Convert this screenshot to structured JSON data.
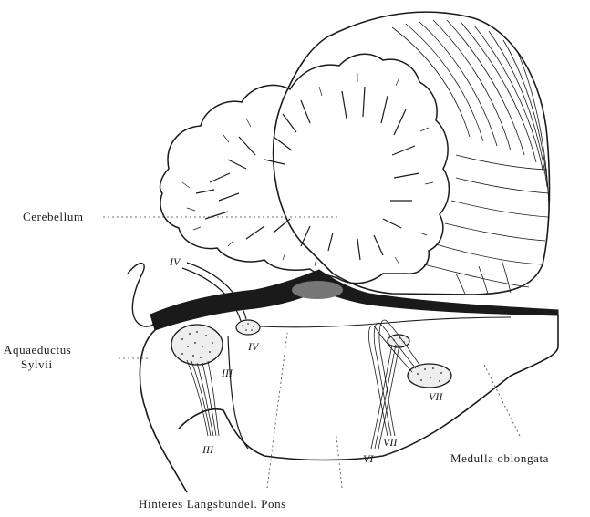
{
  "labels": {
    "cerebellum": "Cerebellum",
    "aqueduct_line1": "Aquaeductus",
    "aqueduct_line2": "Sylvii",
    "medulla": "Medulla oblongata",
    "bottom_caption": "Hinteres Längsbündel.  Pons"
  },
  "nerve_labels": {
    "iv_top": "IV",
    "iv_nucleus": "IV",
    "iii_upper": "III",
    "iii_lower": "III",
    "vi": "VI",
    "vii_lower": "VII",
    "vii_nucleus": "VII"
  },
  "colors": {
    "ink": "#1a1a1a",
    "background": "#ffffff"
  }
}
